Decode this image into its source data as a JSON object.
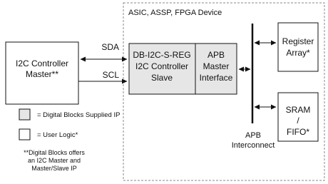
{
  "device_region": {
    "label": "ASIC, ASSP, FPGA Device"
  },
  "controller_master": {
    "line1": "I2C Controller",
    "line2": "Master**"
  },
  "signals": {
    "sda": "SDA",
    "scl": "SCL"
  },
  "core_block": {
    "line1": "DB-I2C-S-REG",
    "line2": "I2C Controller",
    "line3": "Slave"
  },
  "apb_master": {
    "line1": "APB",
    "line2": "Master",
    "line3": "Interface"
  },
  "interconnect": {
    "line1": "APB",
    "line2": "Interconnect"
  },
  "register_array": {
    "line1": "Register",
    "line2": "Array*"
  },
  "sram_fifo": {
    "line1": "SRAM",
    "line2": "/",
    "line3": "FIFO*"
  },
  "legend": {
    "supplied_ip": "= Digital Blocks Supplied IP",
    "user_logic": "= User Logic*",
    "note_line1": "**Digital Blocks offers",
    "note_line2": "an I2C Master and",
    "note_line3": "Master/Slave IP"
  },
  "colors": {
    "ip_fill": "#e6e6e6",
    "user_fill": "#ffffff",
    "stroke": "#111111",
    "region_border": "#8a8a8a"
  }
}
